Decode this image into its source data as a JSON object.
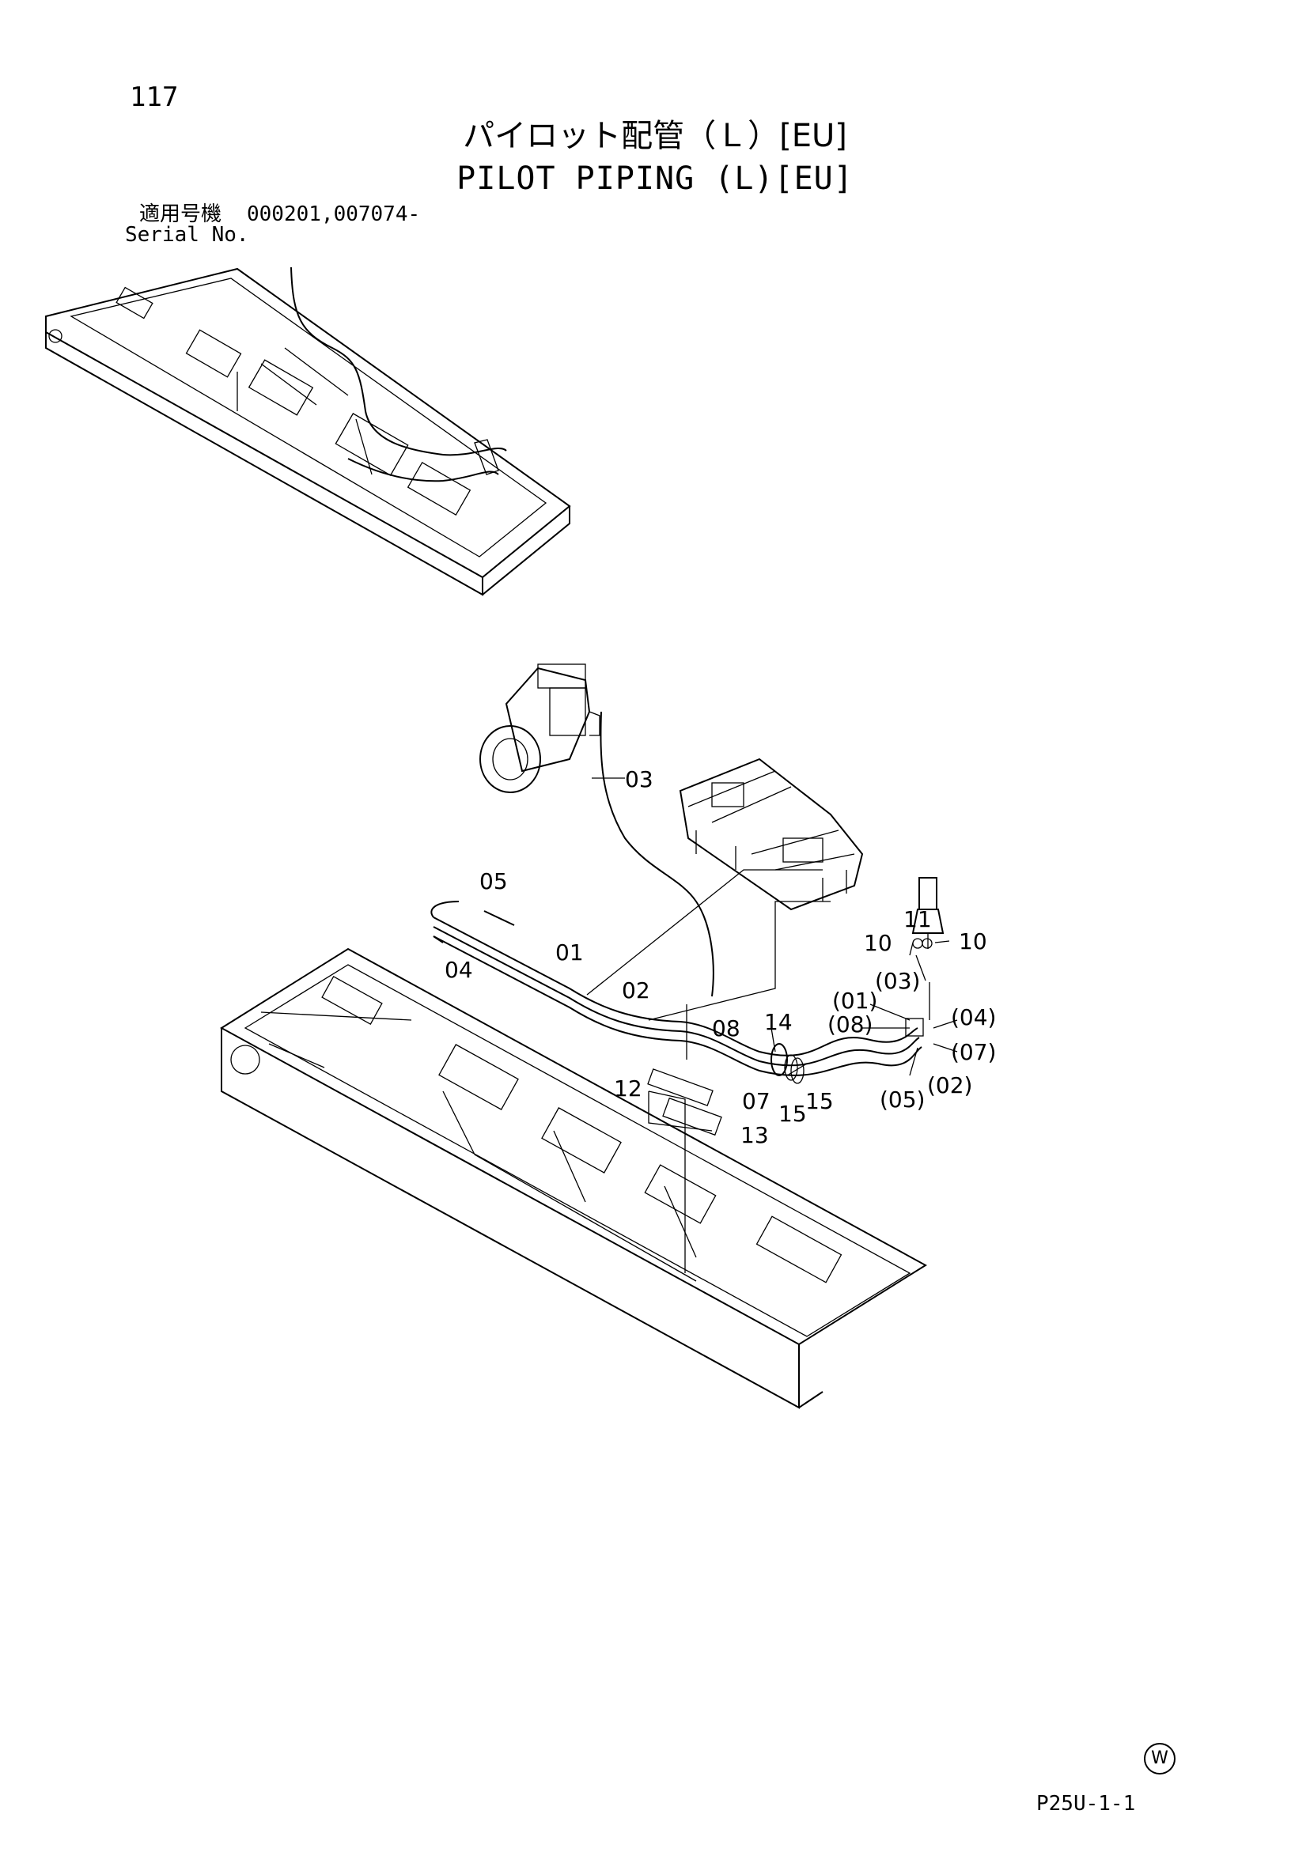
{
  "header": {
    "page_number": "117",
    "title_jp": "パイロット配管（Ｌ）[EU]",
    "title_en": "PILOT PIPING (L)[EU]",
    "serial_jp_label": "適用号機",
    "serial_value": "000201,007074-",
    "serial_en_label": "Serial No."
  },
  "callouts": {
    "c01": "01",
    "c02": "02",
    "c03": "03",
    "c04": "04",
    "c05": "05",
    "c07": "07",
    "c08": "08",
    "c10a": "10",
    "c10b": "10",
    "c11": "11",
    "c12": "12",
    "c13": "13",
    "c14": "14",
    "c15a": "15",
    "c15b": "15",
    "p01": "(01)",
    "p02": "(02)",
    "p03": "(03)",
    "p04": "(04)",
    "p05": "(05)",
    "p07": "(07)",
    "p08": "(08)"
  },
  "footer": {
    "watermark_glyph": "W",
    "page_code": "P25U-1-1"
  }
}
